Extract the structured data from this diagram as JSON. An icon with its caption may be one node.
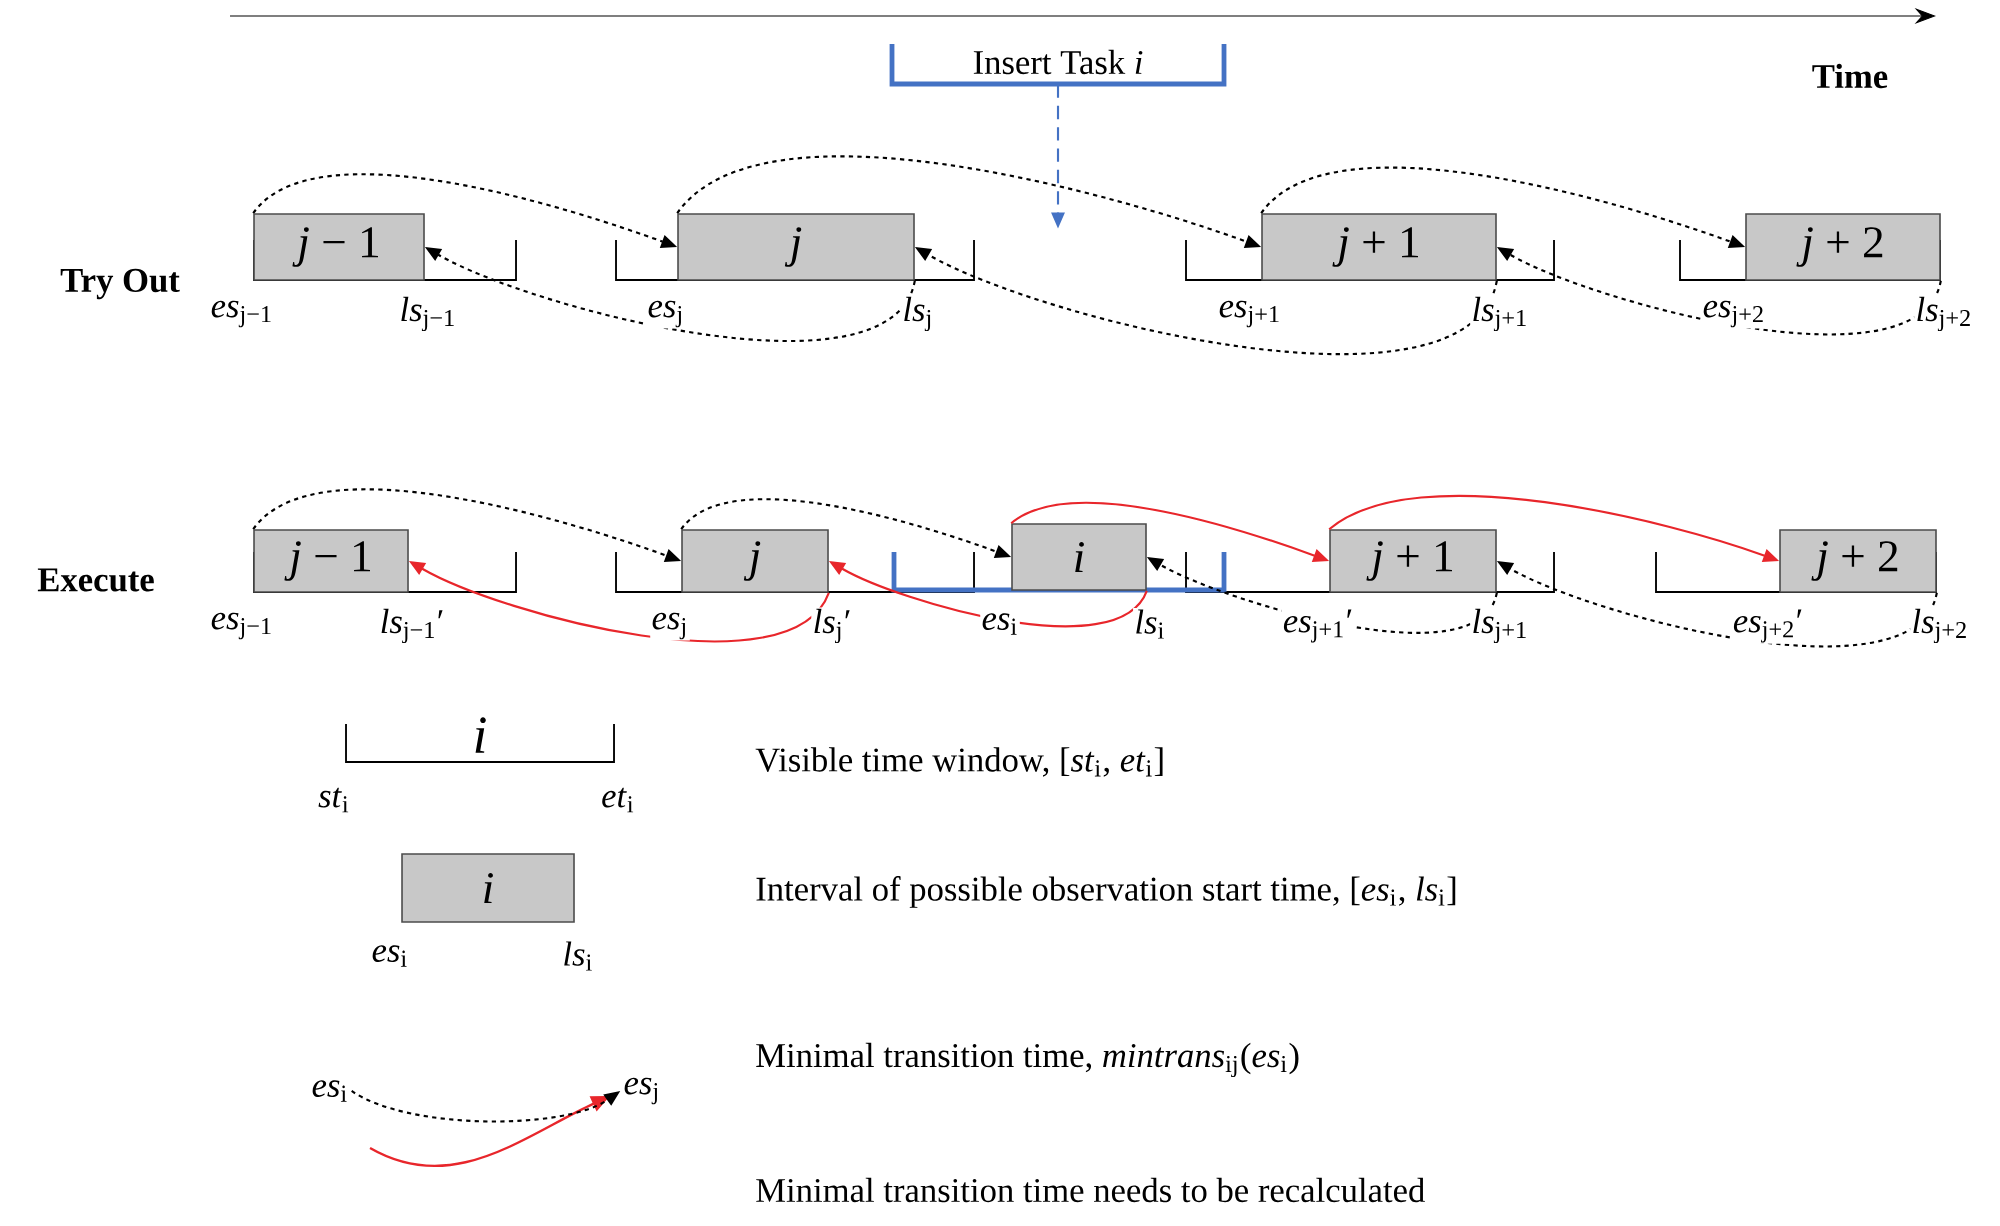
{
  "diagram": {
    "nodes": [
      {
        "text": [
          "Insert Task *i*"
        ]
      },
      {
        "text": [
          "*j* − 1"
        ],
        "beside": [
          "*es*$_{j−1}$",
          "*ls*$_{j−1}$"
        ]
      },
      {
        "text": [
          "*j*"
        ],
        "beside": [
          "*es*$_{j}$",
          "*ls*$_{j}$"
        ]
      },
      {
        "text": [
          "*j* + 1"
        ],
        "beside": [
          "*es*$_{j+1}$",
          "*ls*$_{j+1}$"
        ]
      },
      {
        "text": [
          "*j* + 2"
        ],
        "beside": [
          "*es*$_{j+2}$",
          "*ls*$_{j+2}$"
        ]
      },
      {
        "text": [
          "*j* − 1"
        ],
        "beside": [
          "*es*$_{j−1}$",
          "*ls*$_{j−1}$′"
        ]
      },
      {
        "text": [
          "*j*"
        ],
        "beside": [
          "*es*$_{j}$",
          "*ls*$_{j}$′"
        ]
      },
      {
        "text": [
          "*i*"
        ],
        "beside": [
          "*es*$_{i}$",
          "*ls*$_{i}$"
        ]
      },
      {
        "text": [
          "*j* + 1"
        ],
        "beside": [
          "*es*$_{j+1}$′",
          "*ls*$_{j+1}$"
        ]
      },
      {
        "text": [
          "*j* + 2"
        ],
        "beside": [
          "*es*$_{j+2}$′",
          "*ls*$_{j+2}$"
        ]
      },
      {
        "text": [
          "*i*"
        ],
        "beside": [
          "*st*$_{i}$",
          "*et*$_{i}$"
        ]
      },
      {
        "text": [
          "*i*"
        ],
        "beside": [
          "*es*$_{i}$",
          "*ls*$_{i}$"
        ]
      },
      {
        "text": [
          "*es*$_{i}$"
        ]
      },
      {
        "text": [
          "*es*$_{j}$"
        ]
      }
    ],
    "edges": [
      {
        "from": 0,
        "to": null,
        "arrow": "to",
        "style": "dashed",
        "color": "#4472c4"
      },
      {
        "from": 1,
        "to": 2,
        "arrow": "to",
        "style": "dashed"
      },
      {
        "from": 2,
        "to": 3,
        "arrow": "to",
        "style": "dashed"
      },
      {
        "from": 3,
        "to": 4,
        "arrow": "to",
        "style": "dashed"
      },
      {
        "from": 2,
        "to": 1,
        "arrow": "to",
        "style": "dashed"
      },
      {
        "from": 3,
        "to": 2,
        "arrow": "to",
        "style": "dashed"
      },
      {
        "from": 4,
        "to": 3,
        "arrow": "to",
        "style": "dashed"
      },
      {
        "from": 5,
        "to": 6,
        "arrow": "to",
        "style": "dashed"
      },
      {
        "from": 6,
        "to": 7,
        "arrow": "to",
        "style": "dashed"
      },
      {
        "from": 7,
        "to": 8,
        "arrow": "to",
        "color": "#e8262b"
      },
      {
        "from": 8,
        "to": 9,
        "arrow": "to",
        "color": "#e8262b"
      },
      {
        "from": 7,
        "to": 6,
        "arrow": "to",
        "color": "#e8262b"
      },
      {
        "from": 6,
        "to": 5,
        "arrow": "to",
        "color": "#e8262b"
      },
      {
        "from": 8,
        "to": 7,
        "arrow": "to",
        "style": "dashed"
      },
      {
        "from": 9,
        "to": 8,
        "arrow": "to",
        "style": "dashed"
      },
      {
        "from": 12,
        "to": 13,
        "arrow": "to",
        "style": "dashed"
      }
    ],
    "labels": [
      "Time",
      "Try Out",
      "Execute"
    ],
    "legend": [
      {
        "text": "Visible time window, [*st*$_{i}$, *et*$_{i}$]"
      },
      {
        "text": "Interval of possible observation start time, [*es*$_{i}$, *ls*$_{i}$]"
      },
      {
        "text": "Minimal transition time, *mintrans*$_{ij}$(*es*$_{i}$)"
      },
      {
        "text": "Minimal transition time needs to be recalculated"
      }
    ]
  }
}
